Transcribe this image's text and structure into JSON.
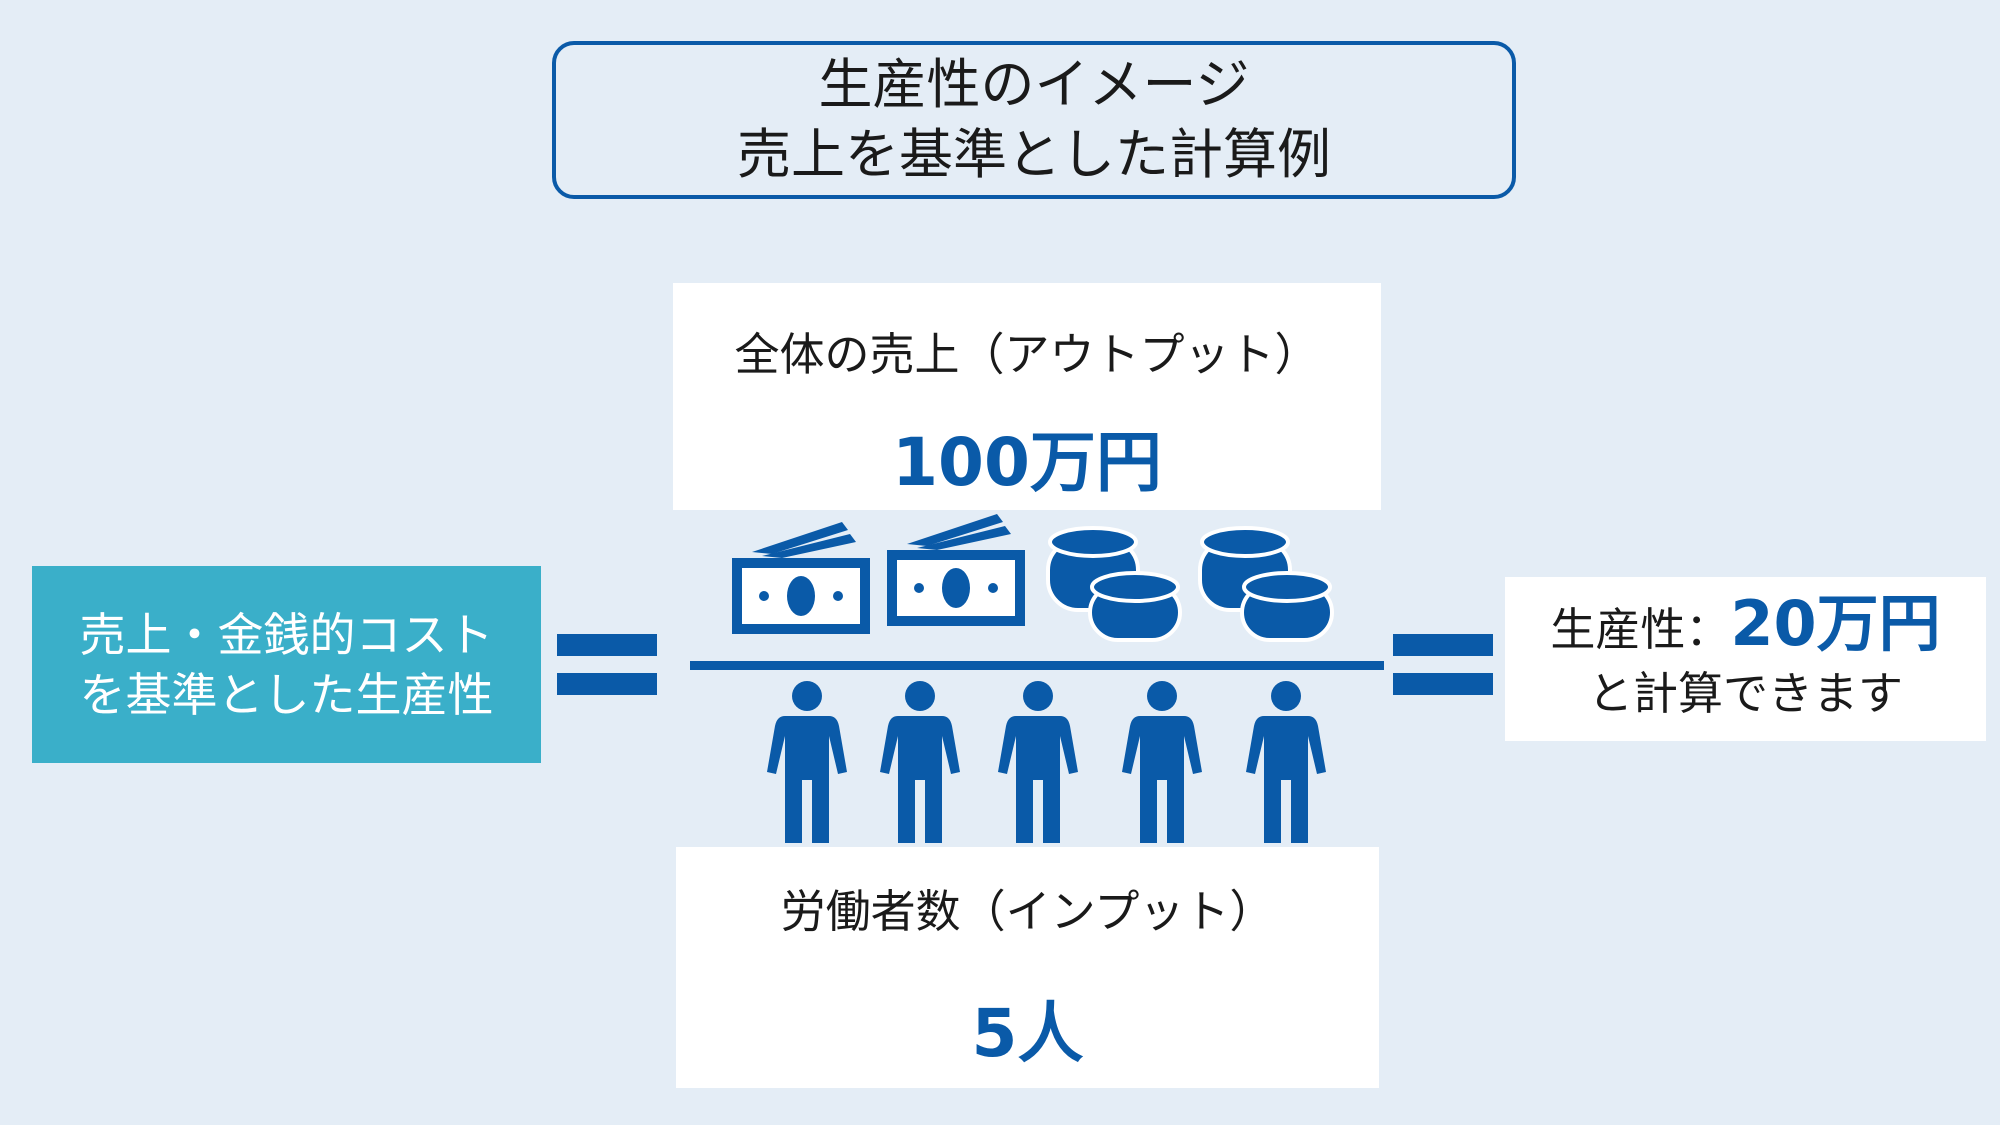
{
  "title": {
    "line1": "生産性のイメージ",
    "line2": "売上を基準とした計算例"
  },
  "output": {
    "label": "全体の売上（アウトプット）",
    "value": "100万円"
  },
  "input": {
    "label": "労働者数（インプット）",
    "value": "5人"
  },
  "left_box": {
    "line1": "売上・金銭的コスト",
    "line2": "を基準とした生産性"
  },
  "result": {
    "prefix": "生産性：",
    "value": "20万円",
    "suffix": "と計算できます"
  },
  "icons": {
    "money": [
      "bill-icon",
      "bill-icon",
      "coins-icon",
      "coins-icon"
    ],
    "people_count": 5
  },
  "colors": {
    "accent": "#0a5aa8",
    "teal": "#3aafc9",
    "background": "#e4edf6"
  }
}
